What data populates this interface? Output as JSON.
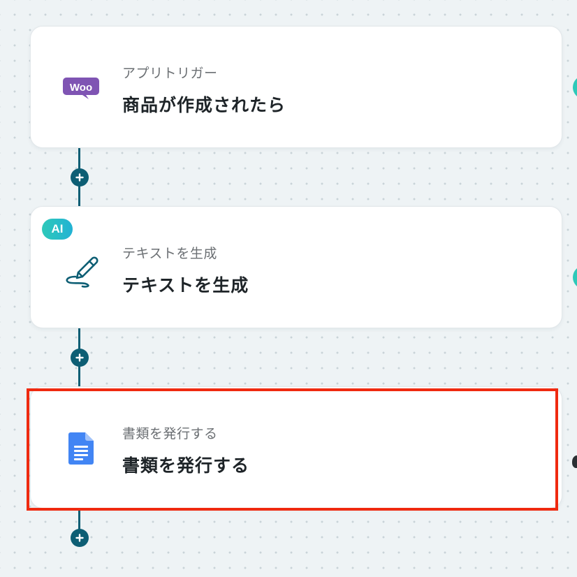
{
  "flow": {
    "steps": [
      {
        "subtitle": "アプリトリガー",
        "title": "商品が作成されたら",
        "icon": "woocommerce-logo-icon",
        "icon_text": "Woo",
        "icon_color": "#7f54b3"
      },
      {
        "subtitle": "テキストを生成",
        "title": "テキストを生成",
        "icon": "pen-writing-icon",
        "badge": "AI",
        "icon_color": "#0d5e74"
      },
      {
        "subtitle": "書類を発行する",
        "title": "書類を発行する",
        "icon": "google-docs-icon",
        "icon_color": "#4285f4",
        "highlighted": true
      }
    ],
    "add_button_icon": "plus-icon"
  },
  "colors": {
    "connector": "#0d5e74",
    "highlight_border": "#ef2a10",
    "ai_badge": "#2ec9b9",
    "canvas_background": "#eef3f5"
  }
}
